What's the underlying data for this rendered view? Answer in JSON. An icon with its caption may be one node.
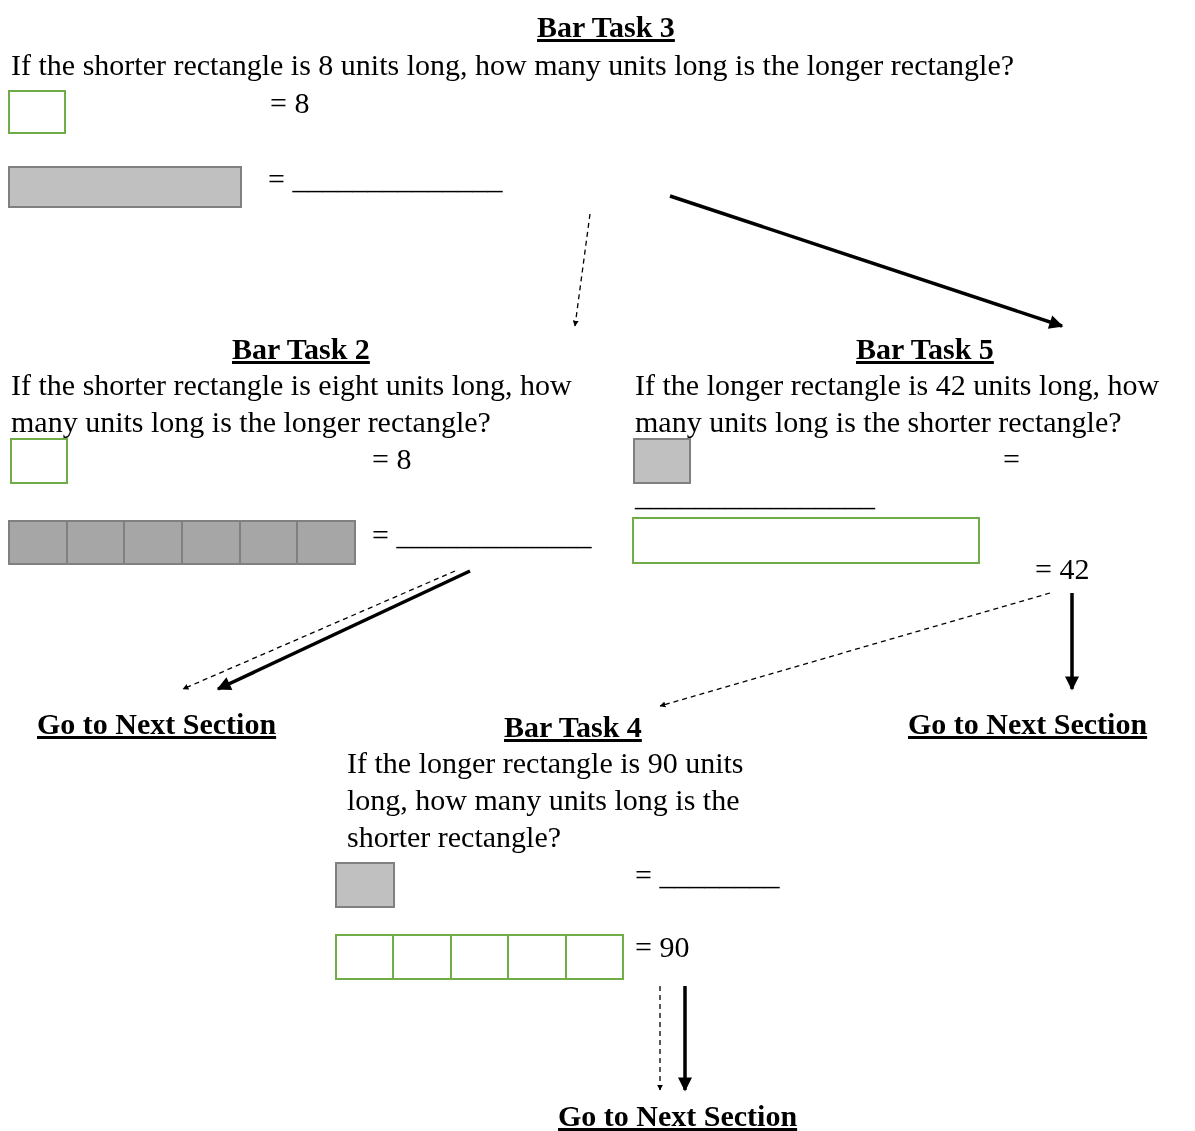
{
  "diagram": {
    "nodes": [
      {
        "text": [
          "Bar Task 3",
          "If the shorter rectangle is 8 units long, how many units long is the longer rectangle?",
          "= 8",
          "= ______________"
        ]
      },
      {
        "text": [
          "Bar Task 2",
          "If the shorter rectangle is eight units long, how many units long is the longer rectangle?",
          "= 8",
          "= _____________"
        ]
      },
      {
        "text": [
          "Bar Task 5",
          "If the longer rectangle is 42 units long, how many units long is the shorter rectangle?",
          "= ________________",
          "= 42"
        ]
      },
      {
        "text": [
          "Go to Next Section"
        ]
      },
      {
        "text": [
          "Bar Task 4",
          "If the longer rectangle is 90 units long, how many units long is the shorter rectangle?",
          "= ________",
          "= 90"
        ]
      },
      {
        "text": [
          "Go to Next Section"
        ]
      },
      {
        "text": [
          "Go to Next Section"
        ]
      }
    ],
    "edges": [
      {
        "from": 0,
        "to": 1,
        "arrow": "to",
        "style": "dashed"
      },
      {
        "from": 0,
        "to": 2,
        "arrow": "to",
        "style": "thick"
      },
      {
        "from": 1,
        "to": 3,
        "arrow": "to",
        "style": "dashed"
      },
      {
        "from": 1,
        "to": 3,
        "arrow": "to",
        "style": "thick"
      },
      {
        "from": 2,
        "to": 4,
        "arrow": "to",
        "style": "dashed"
      },
      {
        "from": 2,
        "to": 5,
        "arrow": "to",
        "style": "thick"
      },
      {
        "from": 4,
        "to": 6,
        "arrow": "to",
        "style": "dashed"
      },
      {
        "from": 4,
        "to": 6,
        "arrow": "to",
        "style": "thick"
      }
    ]
  }
}
